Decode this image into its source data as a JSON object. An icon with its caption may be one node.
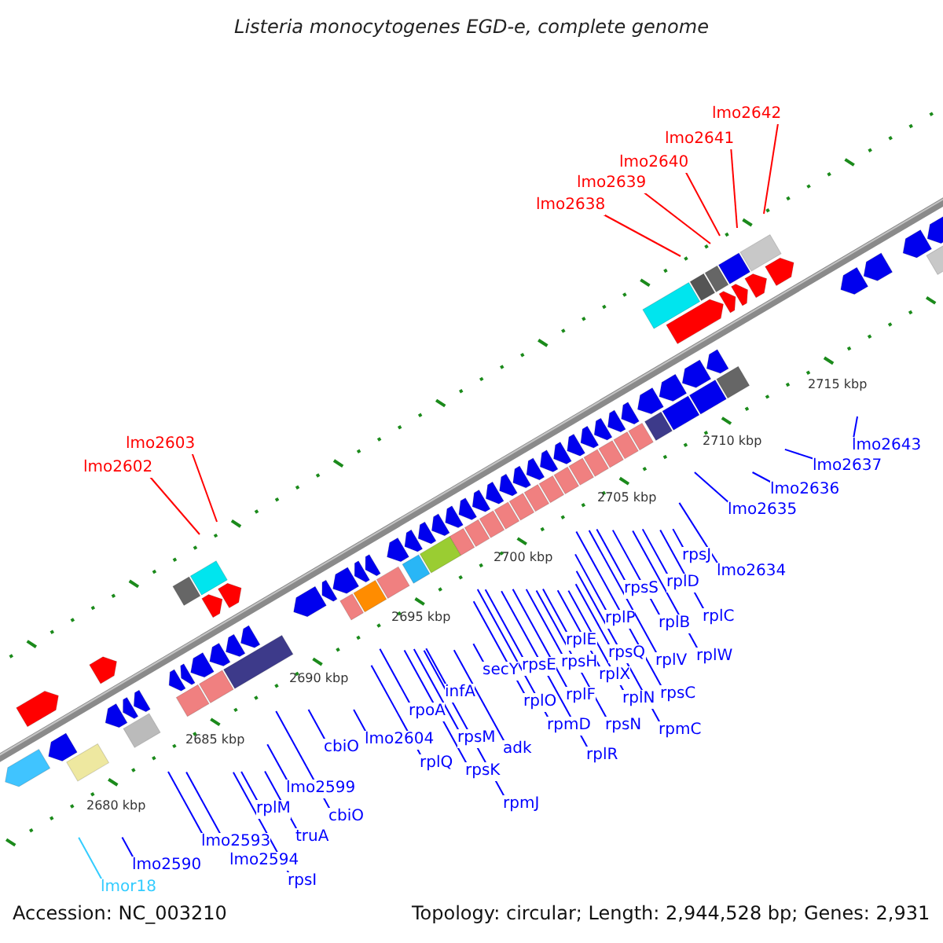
{
  "diagram": {
    "title": "Listeria monocytogenes EGD-e, complete genome",
    "nodes": [
      {
        "text": [
          "lmo2642"
        ]
      },
      {
        "text": [
          "lmo2641"
        ]
      },
      {
        "text": [
          "lmo2640"
        ]
      },
      {
        "text": [
          "lmo2639"
        ]
      },
      {
        "text": [
          "lmo2638"
        ]
      },
      {
        "text": [
          "lmo2603"
        ]
      },
      {
        "text": [
          "lmo2602"
        ]
      },
      {
        "text": [
          "lmo2643"
        ]
      },
      {
        "text": [
          "lmo2637"
        ]
      },
      {
        "text": [
          "lmo2636"
        ]
      },
      {
        "text": [
          "lmo2635"
        ]
      },
      {
        "text": [
          "lmo2634"
        ]
      },
      {
        "text": [
          "rpsJ"
        ]
      },
      {
        "text": [
          "rplC"
        ]
      },
      {
        "text": [
          "rplD"
        ]
      },
      {
        "text": [
          "rplW"
        ]
      },
      {
        "text": [
          "rplB"
        ]
      },
      {
        "text": [
          "rpsS"
        ]
      },
      {
        "text": [
          "rplV"
        ]
      },
      {
        "text": [
          "rpsC"
        ]
      },
      {
        "text": [
          "rplP"
        ]
      },
      {
        "text": [
          "rpmC"
        ]
      },
      {
        "text": [
          "rpsQ"
        ]
      },
      {
        "text": [
          "rplN"
        ]
      },
      {
        "text": [
          "rplX"
        ]
      },
      {
        "text": [
          "rplE"
        ]
      },
      {
        "text": [
          "rpsN"
        ]
      },
      {
        "text": [
          "rpsH"
        ]
      },
      {
        "text": [
          "rplF"
        ]
      },
      {
        "text": [
          "rplR"
        ]
      },
      {
        "text": [
          "rpsE"
        ]
      },
      {
        "text": [
          "rpmD"
        ]
      },
      {
        "text": [
          "rplO"
        ]
      },
      {
        "text": [
          "secY"
        ]
      },
      {
        "text": [
          "adk"
        ]
      },
      {
        "text": [
          "infA"
        ]
      },
      {
        "text": [
          "rpmJ"
        ]
      },
      {
        "text": [
          "rpsM"
        ]
      },
      {
        "text": [
          "rpsK"
        ]
      },
      {
        "text": [
          "rplQ"
        ]
      },
      {
        "text": [
          "rpoA"
        ]
      },
      {
        "text": [
          "lmo2604"
        ]
      },
      {
        "text": [
          "cbiO"
        ]
      },
      {
        "text": [
          "cbiO"
        ]
      },
      {
        "text": [
          "lmo2599"
        ]
      },
      {
        "text": [
          "truA"
        ]
      },
      {
        "text": [
          "rplM"
        ]
      },
      {
        "text": [
          "rpsI"
        ]
      },
      {
        "text": [
          "lmo2594"
        ]
      },
      {
        "text": [
          "lmo2593"
        ]
      },
      {
        "text": [
          "lmo2590"
        ]
      },
      {
        "text": [
          "lmor18"
        ]
      }
    ],
    "edges": [
      {
        "from": 0,
        "to": null,
        "arrow": "none",
        "color": "#ff0000"
      },
      {
        "from": 1,
        "to": null,
        "arrow": "none",
        "color": "#ff0000"
      },
      {
        "from": 2,
        "to": null,
        "arrow": "none",
        "color": "#ff0000"
      },
      {
        "from": 3,
        "to": null,
        "arrow": "none",
        "color": "#ff0000"
      },
      {
        "from": 4,
        "to": null,
        "arrow": "none",
        "color": "#ff0000"
      },
      {
        "from": 5,
        "to": null,
        "arrow": "none",
        "color": "#ff0000"
      },
      {
        "from": 6,
        "to": null,
        "arrow": "none",
        "color": "#ff0000"
      },
      {
        "from": 7,
        "to": null,
        "arrow": "none"
      },
      {
        "from": 8,
        "to": null,
        "arrow": "none"
      },
      {
        "from": 9,
        "to": null,
        "arrow": "none"
      },
      {
        "from": 10,
        "to": null,
        "arrow": "none"
      },
      {
        "from": 11,
        "to": null,
        "arrow": "none"
      },
      {
        "from": 12,
        "to": null,
        "arrow": "none"
      },
      {
        "from": 13,
        "to": null,
        "arrow": "none"
      },
      {
        "from": 14,
        "to": null,
        "arrow": "none"
      },
      {
        "from": 15,
        "to": null,
        "arrow": "none"
      },
      {
        "from": 16,
        "to": null,
        "arrow": "none"
      },
      {
        "from": 17,
        "to": null,
        "arrow": "none"
      },
      {
        "from": 18,
        "to": null,
        "arrow": "none"
      },
      {
        "from": 19,
        "to": null,
        "arrow": "none"
      },
      {
        "from": 20,
        "to": null,
        "arrow": "none"
      },
      {
        "from": 21,
        "to": null,
        "arrow": "none"
      },
      {
        "from": 22,
        "to": null,
        "arrow": "none"
      },
      {
        "from": 23,
        "to": null,
        "arrow": "none"
      },
      {
        "from": 24,
        "to": null,
        "arrow": "none"
      },
      {
        "from": 25,
        "to": null,
        "arrow": "none"
      },
      {
        "from": 26,
        "to": null,
        "arrow": "none"
      },
      {
        "from": 27,
        "to": null,
        "arrow": "none"
      },
      {
        "from": 28,
        "to": null,
        "arrow": "none"
      },
      {
        "from": 29,
        "to": null,
        "arrow": "none"
      },
      {
        "from": 30,
        "to": null,
        "arrow": "none"
      },
      {
        "from": 31,
        "to": null,
        "arrow": "none"
      },
      {
        "from": 32,
        "to": null,
        "arrow": "none"
      },
      {
        "from": 33,
        "to": null,
        "arrow": "none"
      },
      {
        "from": 34,
        "to": null,
        "arrow": "none"
      },
      {
        "from": 35,
        "to": null,
        "arrow": "none"
      },
      {
        "from": 36,
        "to": null,
        "arrow": "none"
      },
      {
        "from": 37,
        "to": null,
        "arrow": "none"
      },
      {
        "from": 38,
        "to": null,
        "arrow": "none"
      },
      {
        "from": 39,
        "to": null,
        "arrow": "none"
      },
      {
        "from": 40,
        "to": null,
        "arrow": "none"
      },
      {
        "from": 41,
        "to": null,
        "arrow": "none"
      },
      {
        "from": 42,
        "to": null,
        "arrow": "none"
      },
      {
        "from": 43,
        "to": null,
        "arrow": "none"
      },
      {
        "from": 44,
        "to": null,
        "arrow": "none"
      },
      {
        "from": 45,
        "to": null,
        "arrow": "none"
      },
      {
        "from": 46,
        "to": null,
        "arrow": "none"
      },
      {
        "from": 47,
        "to": null,
        "arrow": "none"
      },
      {
        "from": 48,
        "to": null,
        "arrow": "none"
      },
      {
        "from": 49,
        "to": null,
        "arrow": "none"
      },
      {
        "from": 50,
        "to": null,
        "arrow": "none"
      },
      {
        "from": 51,
        "to": null,
        "arrow": "none",
        "color": "#33ccff"
      }
    ],
    "labels": [
      "2715 kbp",
      "2710 kbp",
      "2705 kbp",
      "2700 kbp",
      "2695 kbp",
      "2690 kbp",
      "2685 kbp",
      "2680 kbp",
      "Accession: NC_003210",
      "Topology: circular; Length: 2,944,528 bp; Genes: 2,931"
    ]
  }
}
